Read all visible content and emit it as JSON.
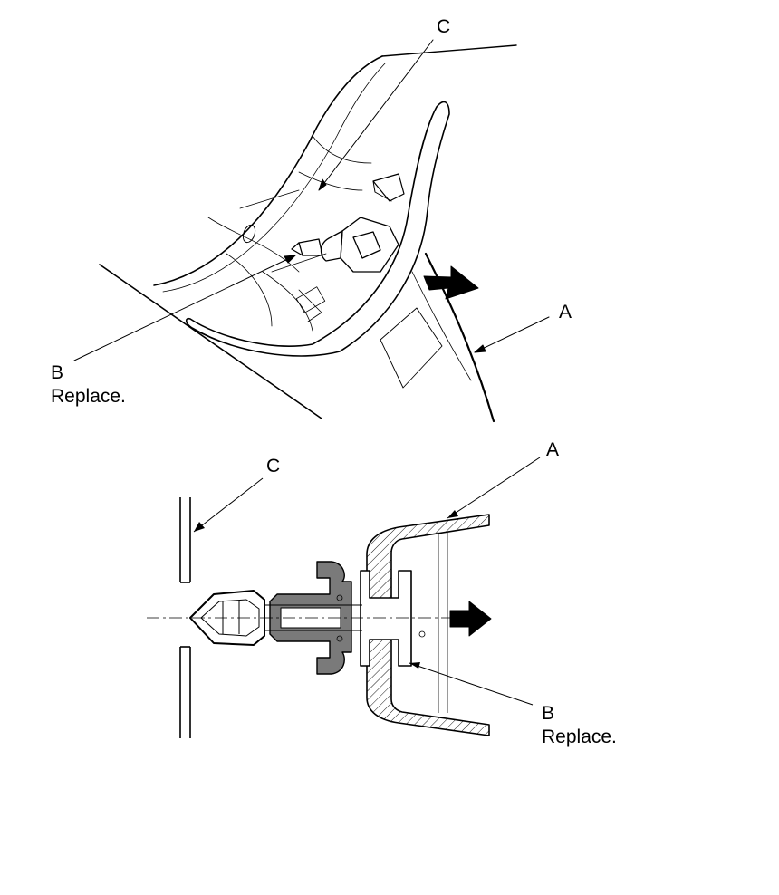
{
  "top_view": {
    "label_a": "A",
    "label_b": "B",
    "label_b_note": "Replace.",
    "label_c": "C"
  },
  "section_view": {
    "label_a": "A",
    "label_b": "B",
    "label_b_note": "Replace.",
    "label_c": "C"
  },
  "colors": {
    "line": "#000000",
    "retainer_fill": "#7a7a7a",
    "hatch": "#000000"
  }
}
